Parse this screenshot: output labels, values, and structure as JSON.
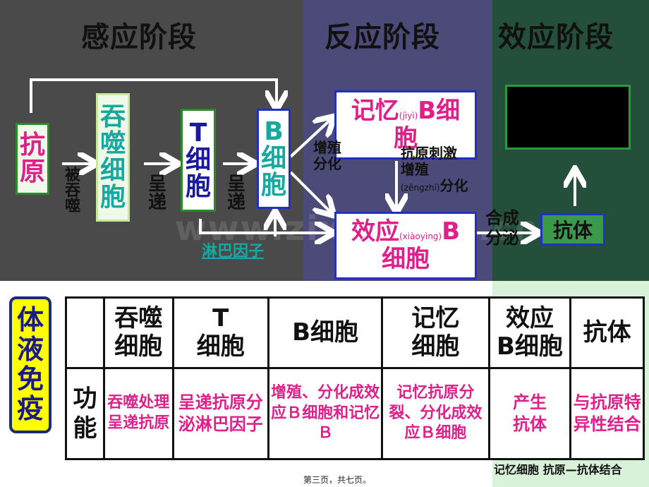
{
  "stages": {
    "induction": "感应阶段",
    "reaction": "反应阶段",
    "effect": "效应阶段"
  },
  "diagram": {
    "antigen": [
      "抗",
      "原"
    ],
    "phagocyte": [
      "吞",
      "噬",
      "细",
      "胞"
    ],
    "t_cell": [
      "T",
      "细",
      "胞"
    ],
    "b_cell": [
      "B",
      "细",
      "胞"
    ],
    "engulfed": [
      "被",
      "吞",
      "噬"
    ],
    "present1": [
      "呈",
      "递"
    ],
    "present2": [
      "呈",
      "递"
    ],
    "lymphokine": "淋巴因子",
    "memory_b": {
      "part1": "记忆",
      "ruby": "(jìyì)",
      "part2": "B细",
      "part3": "胞"
    },
    "prolif_diff": [
      "增殖",
      "分化"
    ],
    "antigen_stim": "抗原刺激",
    "prolif2": "增殖",
    "ruby2": "(zēngzhí)",
    "diff2": "分化",
    "effector_b": {
      "part1": "效应",
      "ruby": "(xiàoyìng)",
      "part2": "B",
      "part3": "细胞"
    },
    "synth_secrete": [
      "合成",
      "分泌"
    ],
    "antibody": "抗体"
  },
  "watermark": "www.zixin.com.cn",
  "side_title": [
    "体",
    "液",
    "免",
    "疫"
  ],
  "table": {
    "headers": [
      "吞噬\n细胞",
      "T\n细胞",
      "B细胞",
      "记忆\n细胞",
      "效应\nB细胞",
      "抗体"
    ],
    "row_label": [
      "功",
      "能"
    ],
    "cells": [
      "吞噬处理呈递抗原",
      "呈递抗原分泌淋巴因子",
      "增殖、分化成效应Ｂ细胞和记忆Ｂ",
      "记忆抗原分裂、分化成效应Ｂ细胞",
      "产生抗体",
      "与抗原特异性结合"
    ]
  },
  "corner_caption": "记忆细胞  抗原—抗体结合",
  "footer": "第三页，共七页。",
  "colors": {
    "induction_bg": "#4a4a4a",
    "reaction_bg": "#4b4a78",
    "effect_bg": "#244f3a",
    "magenta": "#e0208a",
    "teal": "#18a8a0",
    "blue": "#2030c0",
    "yellow": "#ffff00"
  }
}
